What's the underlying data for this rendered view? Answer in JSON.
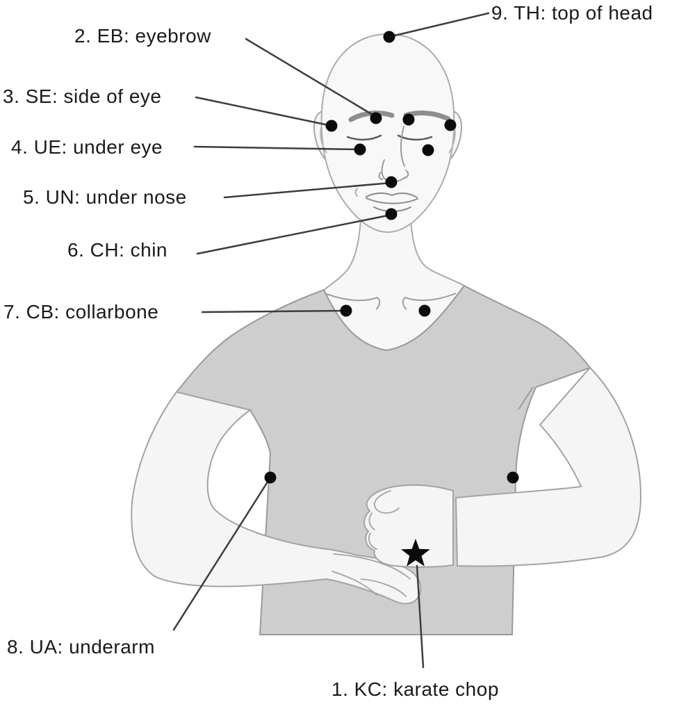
{
  "diagram": {
    "subject": "EFT tapping points on upper body of bald figure in short-sleeve shirt"
  },
  "points": [
    {
      "num": "1",
      "code": "KC",
      "name": "karate chop",
      "label": "1. KC: karate chop",
      "marker": "star"
    },
    {
      "num": "2",
      "code": "EB",
      "name": "eyebrow",
      "label": "2. EB: eyebrow",
      "marker": "dot"
    },
    {
      "num": "3",
      "code": "SE",
      "name": "side of eye",
      "label": "3. SE: side of eye",
      "marker": "dot"
    },
    {
      "num": "4",
      "code": "UE",
      "name": "under eye",
      "label": "4. UE: under eye",
      "marker": "dot"
    },
    {
      "num": "5",
      "code": "UN",
      "name": "under nose",
      "label": "5. UN: under nose",
      "marker": "dot"
    },
    {
      "num": "6",
      "code": "CH",
      "name": "chin",
      "label": "6. CH: chin",
      "marker": "dot"
    },
    {
      "num": "7",
      "code": "CB",
      "name": "collarbone",
      "label": "7. CB: collarbone",
      "marker": "dot"
    },
    {
      "num": "8",
      "code": "UA",
      "name": "underarm",
      "label": "8. UA: underarm",
      "marker": "dot"
    },
    {
      "num": "9",
      "code": "TH",
      "name": "top of head",
      "label": "9. TH: top of head",
      "marker": "dot"
    }
  ],
  "colors": {
    "background": "#ffffff",
    "skin": "#f7f7f7",
    "shirt": "#cecece",
    "outline": "#a0a0a0",
    "leader_line": "#3d3d3d",
    "marker": "#0b0b0b",
    "text": "#1a1a1a"
  }
}
